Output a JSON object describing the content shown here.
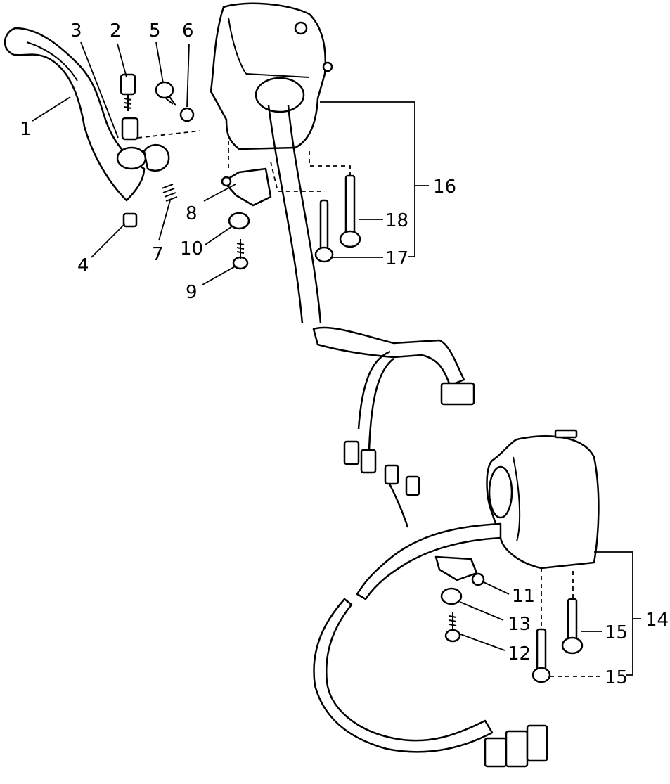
{
  "callouts": {
    "c1": "1",
    "c2": "2",
    "c3": "3",
    "c4": "4",
    "c5": "5",
    "c6": "6",
    "c7": "7",
    "c8": "8",
    "c9": "9",
    "c10": "10",
    "c11": "11",
    "c12": "12",
    "c13": "13",
    "c14": "14",
    "c15a": "15",
    "c15b": "15",
    "c16": "16",
    "c17": "17",
    "c18": "18"
  }
}
